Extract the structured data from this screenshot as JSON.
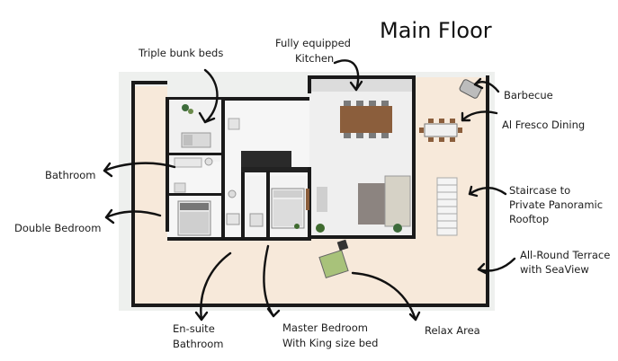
{
  "title": "Main Floor",
  "labels": {
    "triple_bunk_beds": "Triple bunk beds",
    "kitchen_line1": "Fully equipped",
    "kitchen_line2": "Kitchen",
    "barbecue": "Barbecue",
    "al_fresco": "Al Fresco Dining",
    "bathroom": "Bathroom",
    "staircase_line1": "Staircase to",
    "staircase_line2": "Private Panoramic",
    "staircase_line3": "Rooftop",
    "double_bedroom": "Double Bedroom",
    "terrace_line1": "All-Round Terrace",
    "terrace_line2": "with SeaView",
    "ensuite_line1": "En-suite",
    "ensuite_line2": "Bathroom",
    "master_line1": "Master Bedroom",
    "master_line2": "With King size bed",
    "relax": "Relax Area"
  },
  "colors": {
    "terrace": "#f7e9da",
    "grass": "#eef0ee",
    "interior": "#f4f4f4",
    "wall": "#1a1a1a",
    "wood": "#8b5e3c",
    "sofa": "#8c8480",
    "chair": "#a8c27a"
  }
}
